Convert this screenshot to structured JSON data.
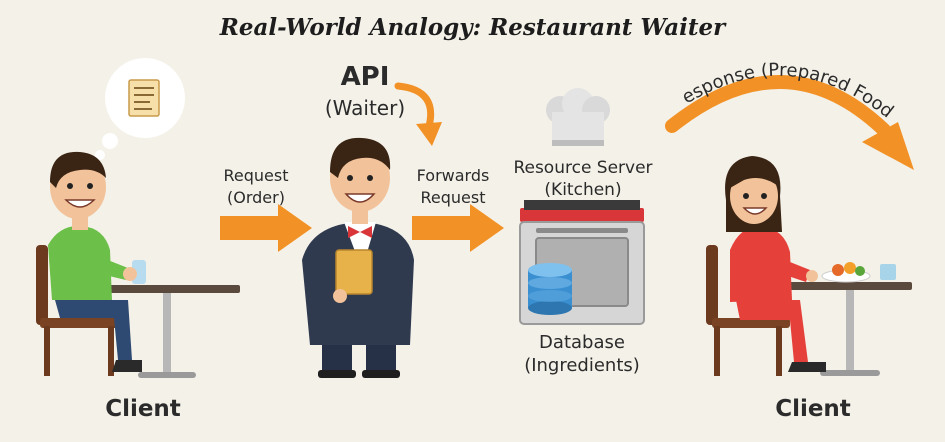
{
  "title": "Real-World Analogy: Restaurant Waiter",
  "labels": {
    "api": "API",
    "api_sub": "(Waiter)",
    "request": "Request",
    "request_sub": "(Order)",
    "forwards": "Forwards",
    "forwards_sub": "Request",
    "resource": "Resource Server",
    "resource_sub": "(Kitchen)",
    "database": "Database",
    "database_sub": "(Ingredients)",
    "response": "Response (Prepared Food)",
    "client_left": "Client",
    "client_right": "Client"
  },
  "colors": {
    "background": "#f4f1e8",
    "arrow": "#f29226",
    "client_shirt": "#6cc04a",
    "waiter_suit": "#2f3a4f",
    "woman_dress": "#e5413a",
    "database": "#3a8fd0",
    "stove_red": "#d9363a"
  }
}
